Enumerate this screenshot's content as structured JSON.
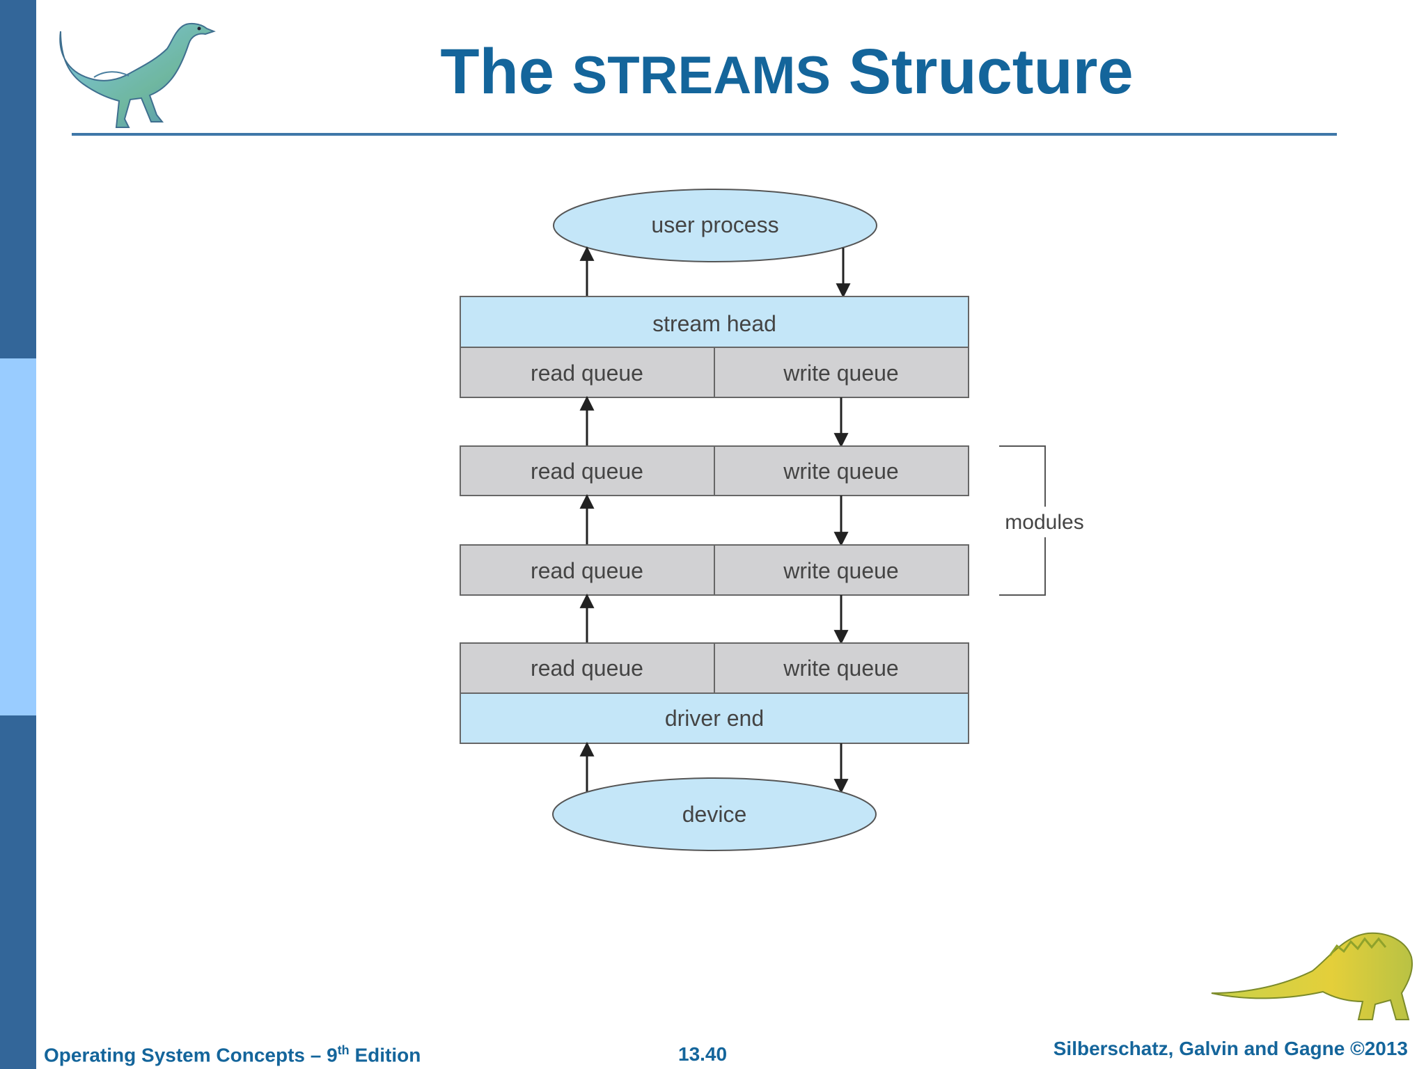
{
  "slide": {
    "title_pre": "The ",
    "title_caps": "STREAMS",
    "title_post": " Structure"
  },
  "diagram": {
    "user_process": "user process",
    "stream_head": "stream head",
    "driver_end": "driver end",
    "device": "device",
    "read_queue": "read queue",
    "write_queue": "write queue",
    "modules": "modules"
  },
  "footer": {
    "left_main": "Operating System Concepts – 9",
    "left_sup": "th",
    "left_tail": " Edition",
    "page": "13.40",
    "right": "Silberschatz, Galvin and Gagne ©2013"
  },
  "colors": {
    "accent_blue": "#14659b",
    "sidebar_dark": "#336699",
    "sidebar_light": "#99ccff",
    "ellipse_fill": "#c4e6f8",
    "queue_fill": "#d1d1d3"
  }
}
